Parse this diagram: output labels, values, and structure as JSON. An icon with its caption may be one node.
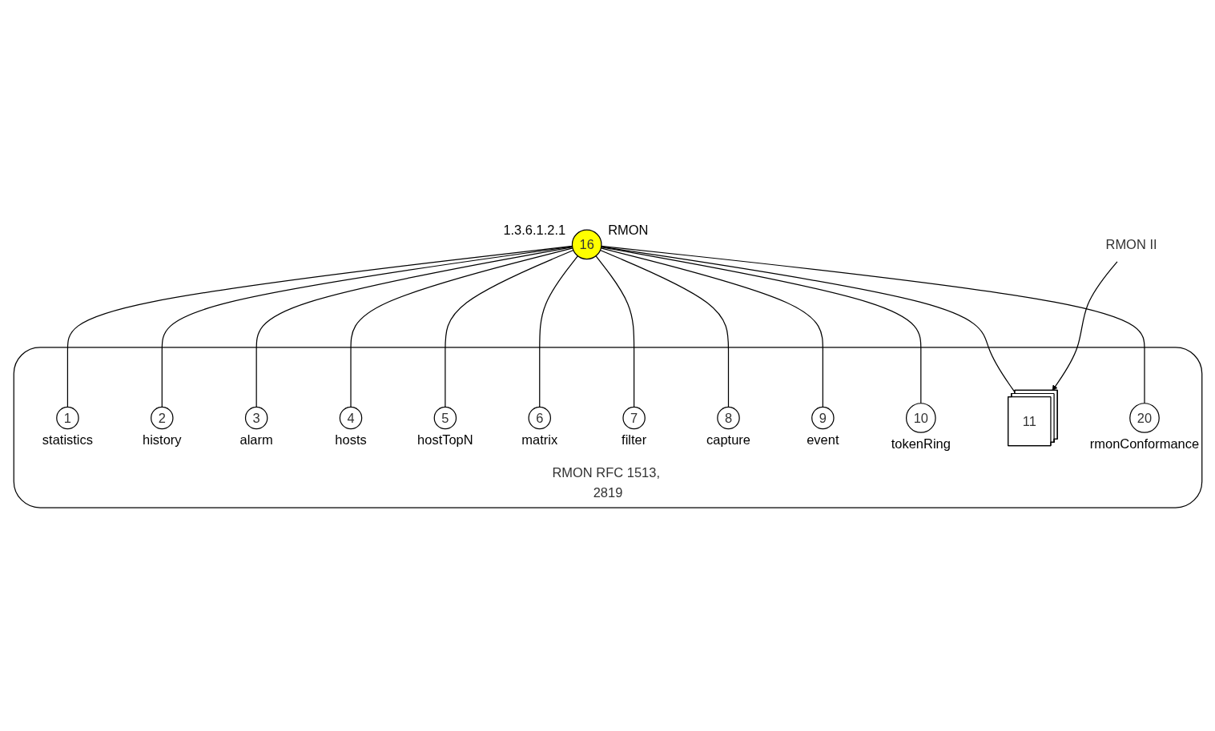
{
  "diagram": {
    "nodes": [
      {
        "text": [
          "16"
        ],
        "beside": [
          "1.3.6.1.2.1",
          "RMON"
        ]
      },
      {
        "text": [
          "RMON RFC 1513, 2819"
        ]
      },
      {
        "text": [
          "1"
        ],
        "beside": [
          "statistics"
        ],
        "in": 1
      },
      {
        "text": [
          "2"
        ],
        "beside": [
          "history"
        ],
        "in": 1
      },
      {
        "text": [
          "3"
        ],
        "beside": [
          "alarm"
        ],
        "in": 1
      },
      {
        "text": [
          "4"
        ],
        "beside": [
          "hosts"
        ],
        "in": 1
      },
      {
        "text": [
          "5"
        ],
        "beside": [
          "hostTopN"
        ],
        "in": 1
      },
      {
        "text": [
          "6"
        ],
        "beside": [
          "matrix"
        ],
        "in": 1
      },
      {
        "text": [
          "7"
        ],
        "beside": [
          "filter"
        ],
        "in": 1
      },
      {
        "text": [
          "8"
        ],
        "beside": [
          "capture"
        ],
        "in": 1
      },
      {
        "text": [
          "9"
        ],
        "beside": [
          "event"
        ],
        "in": 1
      },
      {
        "text": [
          "10"
        ],
        "beside": [
          "tokenRing"
        ],
        "in": 1
      },
      {
        "text": [
          "11"
        ],
        "in": 1
      },
      {
        "text": [
          "20"
        ],
        "beside": [
          "rmonConformance"
        ],
        "in": 1
      },
      {
        "text": [
          "RMON II"
        ]
      }
    ],
    "edges": [
      {
        "from": 0,
        "to": 2,
        "arrow": "none"
      },
      {
        "from": 0,
        "to": 3,
        "arrow": "none"
      },
      {
        "from": 0,
        "to": 4,
        "arrow": "none"
      },
      {
        "from": 0,
        "to": 5,
        "arrow": "none"
      },
      {
        "from": 0,
        "to": 6,
        "arrow": "none"
      },
      {
        "from": 0,
        "to": 7,
        "arrow": "none"
      },
      {
        "from": 0,
        "to": 8,
        "arrow": "none"
      },
      {
        "from": 0,
        "to": 9,
        "arrow": "none"
      },
      {
        "from": 0,
        "to": 10,
        "arrow": "none"
      },
      {
        "from": 0,
        "to": 11,
        "arrow": "none"
      },
      {
        "from": 0,
        "to": 12,
        "arrow": "none"
      },
      {
        "from": 0,
        "to": 13,
        "arrow": "none"
      },
      {
        "from": 14,
        "to": 12,
        "arrow": "to"
      }
    ]
  }
}
